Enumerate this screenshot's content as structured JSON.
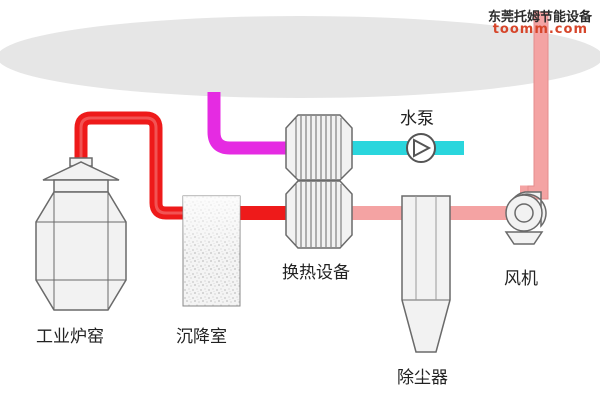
{
  "watermark": {
    "company": "东莞托姆节能设备",
    "url": "toomm.com"
  },
  "labels": {
    "furnace": "工业炉窑",
    "settling_chamber": "沉降室",
    "heat_exchanger": "换热设备",
    "water_pump": "水泵",
    "dust_collector": "除尘器",
    "fan": "风机"
  },
  "colors": {
    "hot_flue_gas": "#ee1a1a",
    "cooled_flue_gas": "#f4a3a3",
    "cold_water": "#2ad6dd",
    "hot_water": "#e52be2",
    "equipment_fill": "#f2f2f2",
    "equipment_stroke": "#6a6a6a",
    "background_ellipse": "#e6e6e6"
  }
}
